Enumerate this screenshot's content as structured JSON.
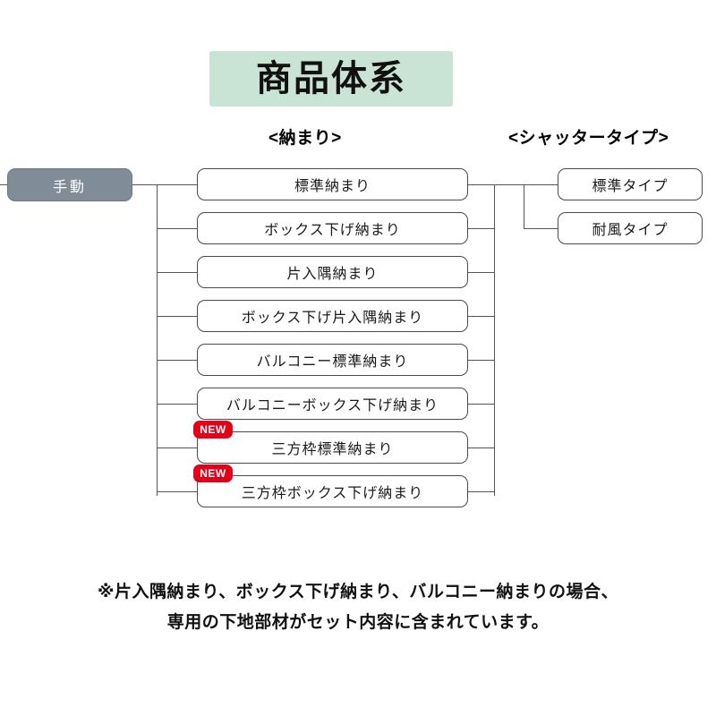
{
  "title": "商品体系",
  "headers": {
    "osamari": "<納まり>",
    "shutter": "<シャッタータイプ>"
  },
  "root": {
    "label": "手動"
  },
  "badges": {
    "new": "NEW"
  },
  "osamari_nodes": [
    {
      "label": "標準納まり",
      "new": false
    },
    {
      "label": "ボックス下げ納まり",
      "new": false
    },
    {
      "label": "片入隅納まり",
      "new": false
    },
    {
      "label": "ボックス下げ片入隅納まり",
      "new": false
    },
    {
      "label": "バルコニー標準納まり",
      "new": false
    },
    {
      "label": "バルコニーボックス下げ納まり",
      "new": false
    },
    {
      "label": "三方枠標準納まり",
      "new": true
    },
    {
      "label": "三方枠ボックス下げ納まり",
      "new": true
    }
  ],
  "shutter_nodes": [
    {
      "label": "標準タイプ"
    },
    {
      "label": "耐風タイプ"
    }
  ],
  "footnote": [
    "※片入隅納まり、ボックス下げ納まり、バルコニー納まりの場合、",
    "専用の下地部材がセット内容に含まれています。"
  ],
  "colors": {
    "title_background": "#c9e3d4",
    "root_background": "#818c99",
    "badge_red": "#e50019",
    "line": "#555555",
    "box_border": "#4a4a4a"
  }
}
